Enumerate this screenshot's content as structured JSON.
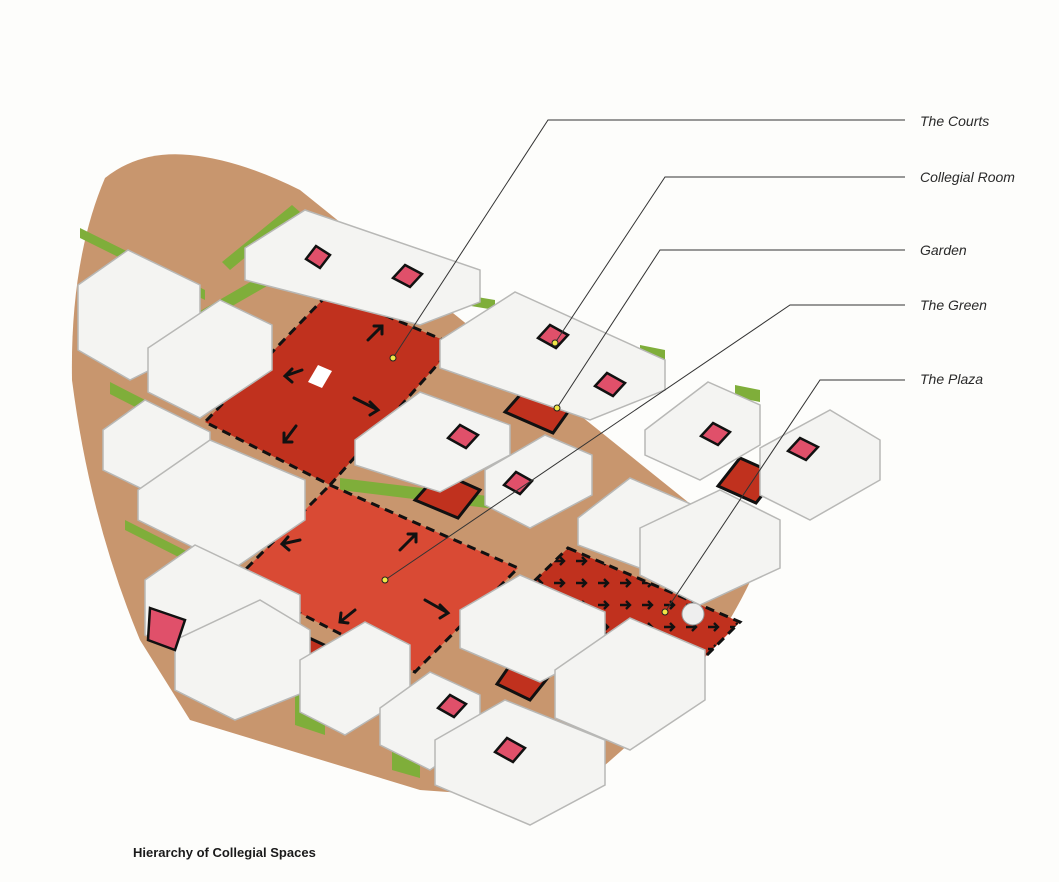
{
  "caption": "Hierarchy of Collegial Spaces",
  "legend": [
    {
      "label": "The Courts"
    },
    {
      "label": "Collegial Room"
    },
    {
      "label": "Garden"
    },
    {
      "label": "The Green"
    },
    {
      "label": "The Plaza"
    }
  ],
  "colors": {
    "ground": "#c8966e",
    "space_red": "#c0311e",
    "space_red_light": "#d94a34",
    "building_top": "#f4f4f2",
    "building_side": "#cfcfcd",
    "building_shadow": "#b8b8b6",
    "hedge": "#7fae3a",
    "room_pink": "#e0506a",
    "leader_line": "#333333",
    "marker": "#f0e646"
  }
}
